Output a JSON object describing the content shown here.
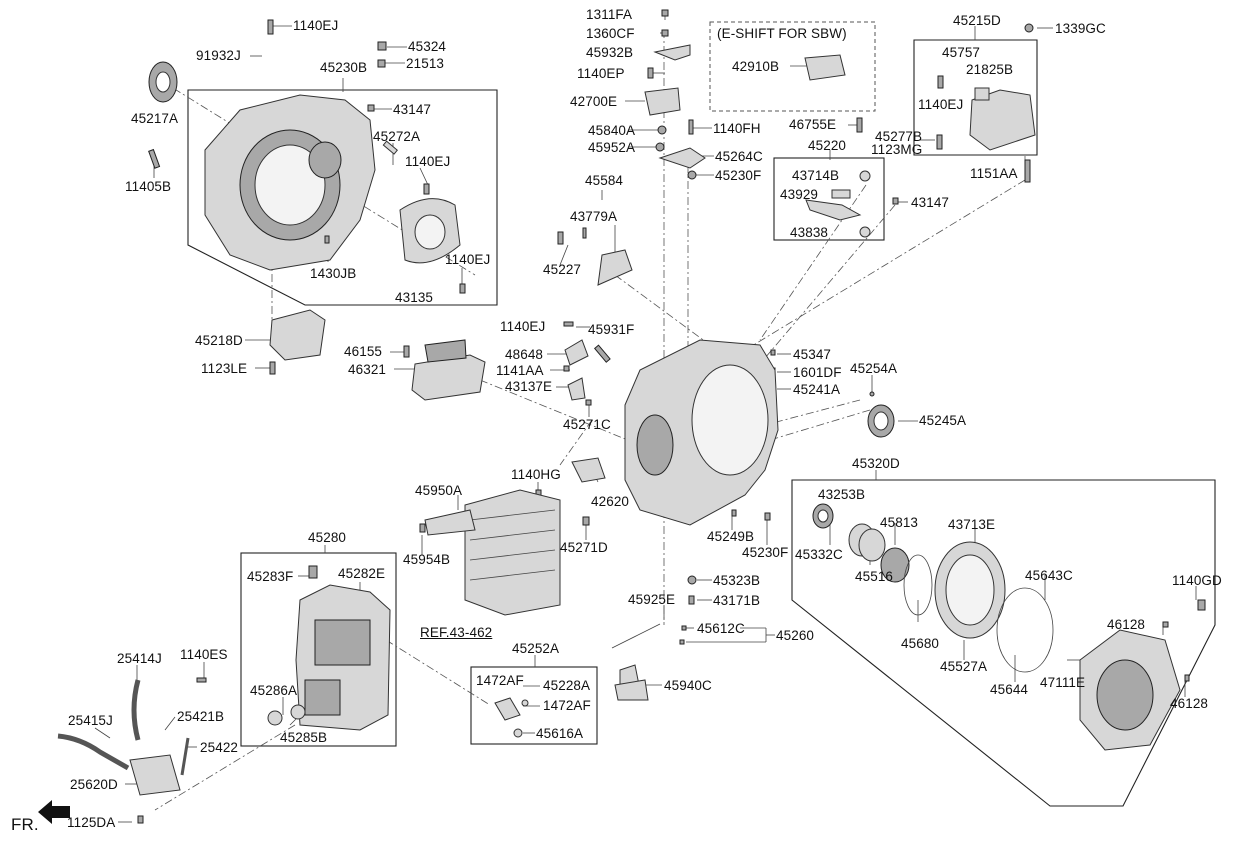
{
  "diagram": {
    "header_note": "(E-SHIFT FOR SBW)",
    "direction_label": "FR.",
    "reference_label": "REF.43-462",
    "part_numbers": [
      "1140EJ",
      "91932J",
      "45324",
      "21513",
      "45230B",
      "45217A",
      "43147",
      "45272A",
      "1140EJ",
      "11405B",
      "1430JB",
      "1140EJ",
      "43135",
      "45218D",
      "1123LE",
      "1311FA",
      "1360CF",
      "45932B",
      "1140EP",
      "42700E",
      "1140FH",
      "45840A",
      "45952A",
      "45264C",
      "45230F",
      "45584",
      "43779A",
      "45227",
      "42910B",
      "45215D",
      "1339GC",
      "45757",
      "21825B",
      "1140EJ",
      "46755E",
      "45277B",
      "1123MG",
      "45220",
      "43714B",
      "43929",
      "43838",
      "43147",
      "1151AA",
      "1140EJ",
      "45931F",
      "46155",
      "48648",
      "46321",
      "1141AA",
      "43137E",
      "45271C",
      "45347",
      "1601DF",
      "45254A",
      "45241A",
      "45245A",
      "45320D",
      "43253B",
      "45813",
      "43713E",
      "1140HG",
      "42620",
      "45950A",
      "45954B",
      "45271D",
      "45249B",
      "45230F",
      "45332C",
      "45516",
      "45643C",
      "1140GD",
      "45280",
      "45283F",
      "45282E",
      "45925E",
      "45323B",
      "43171B",
      "45612C",
      "45260",
      "45680",
      "46128",
      "45527A",
      "1140ES",
      "25414J",
      "45286A",
      "45252A",
      "1472AF",
      "45228A",
      "1472AF",
      "45616A",
      "45940C",
      "45644",
      "47111E",
      "46128",
      "25415J",
      "25421B",
      "25422",
      "45285B",
      "25620D",
      "1125DA"
    ]
  }
}
